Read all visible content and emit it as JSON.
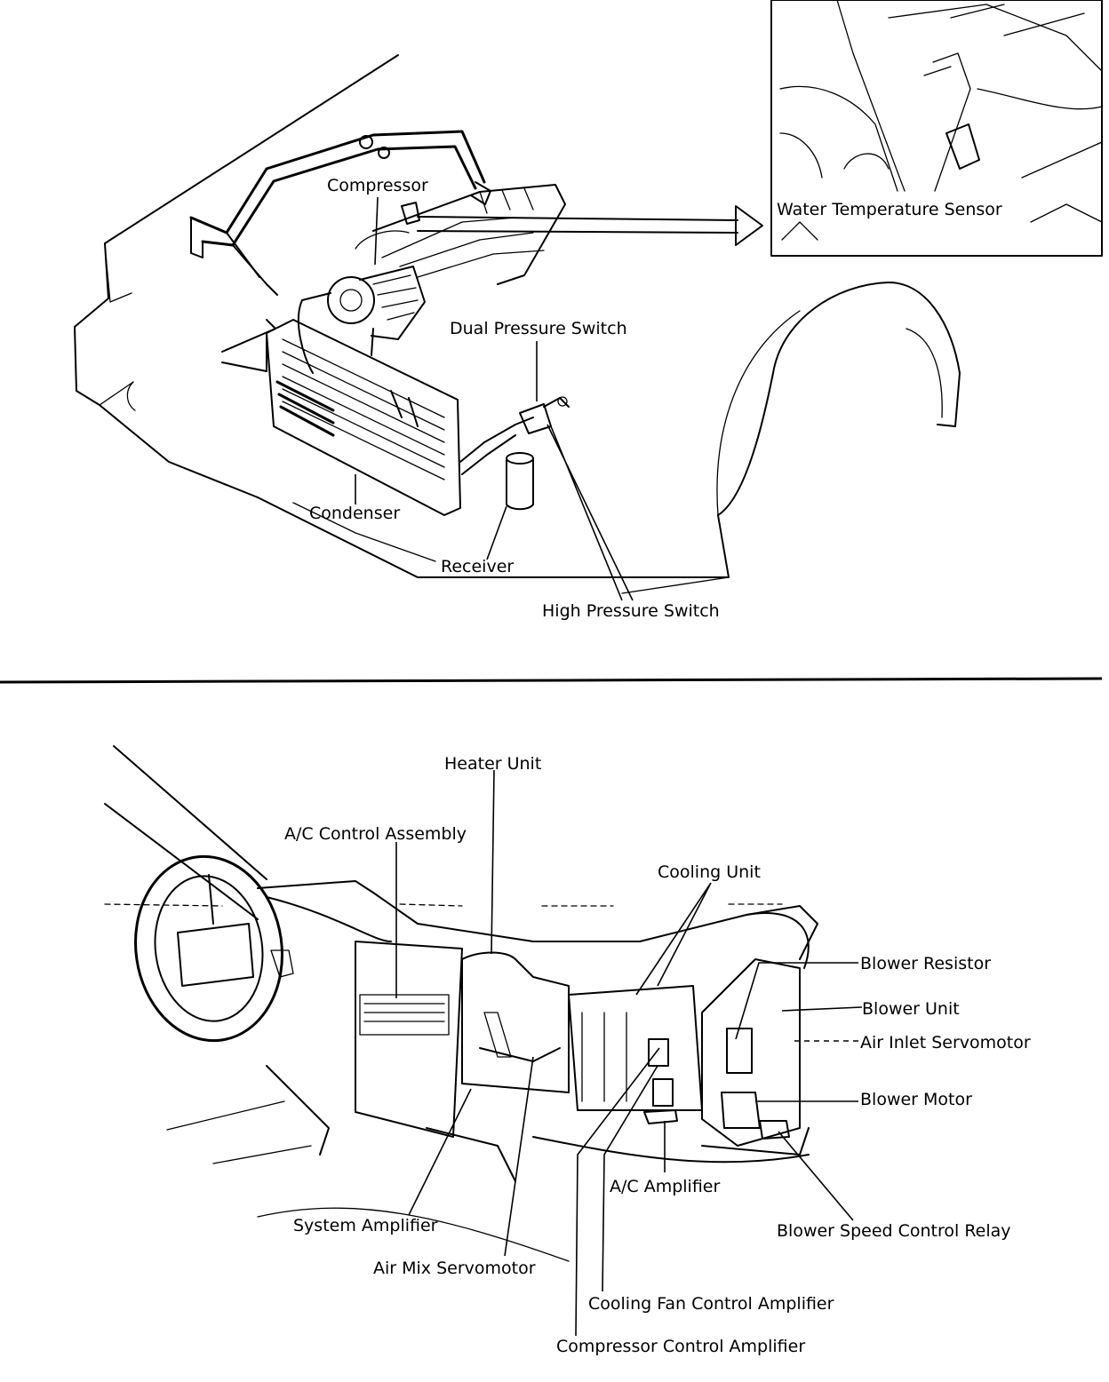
{
  "engine_bay": {
    "labels": {
      "compressor": "Compressor",
      "dual_pressure_switch": "Dual Pressure Switch",
      "condenser": "Condenser",
      "receiver": "Receiver",
      "high_pressure_switch": "High Pressure Switch",
      "water_temperature_sensor": "Water Temperature Sensor"
    }
  },
  "dashboard": {
    "labels": {
      "heater_unit": "Heater Unit",
      "ac_control_assembly": "A/C Control Assembly",
      "cooling_unit": "Cooling Unit",
      "blower_resistor": "Blower Resistor",
      "blower_unit": "Blower Unit",
      "air_inlet_servomotor": "Air Inlet Servomotor",
      "blower_motor": "Blower Motor",
      "ac_amplifier": "A/C Amplifier",
      "blower_speed_control_relay": "Blower Speed Control Relay",
      "system_amplifier": "System Amplifier",
      "air_mix_servomotor": "Air Mix Servomotor",
      "cooling_fan_control_amplifier": "Cooling Fan Control Amplifier",
      "compressor_control_amplifier": "Compressor Control Amplifier"
    }
  }
}
